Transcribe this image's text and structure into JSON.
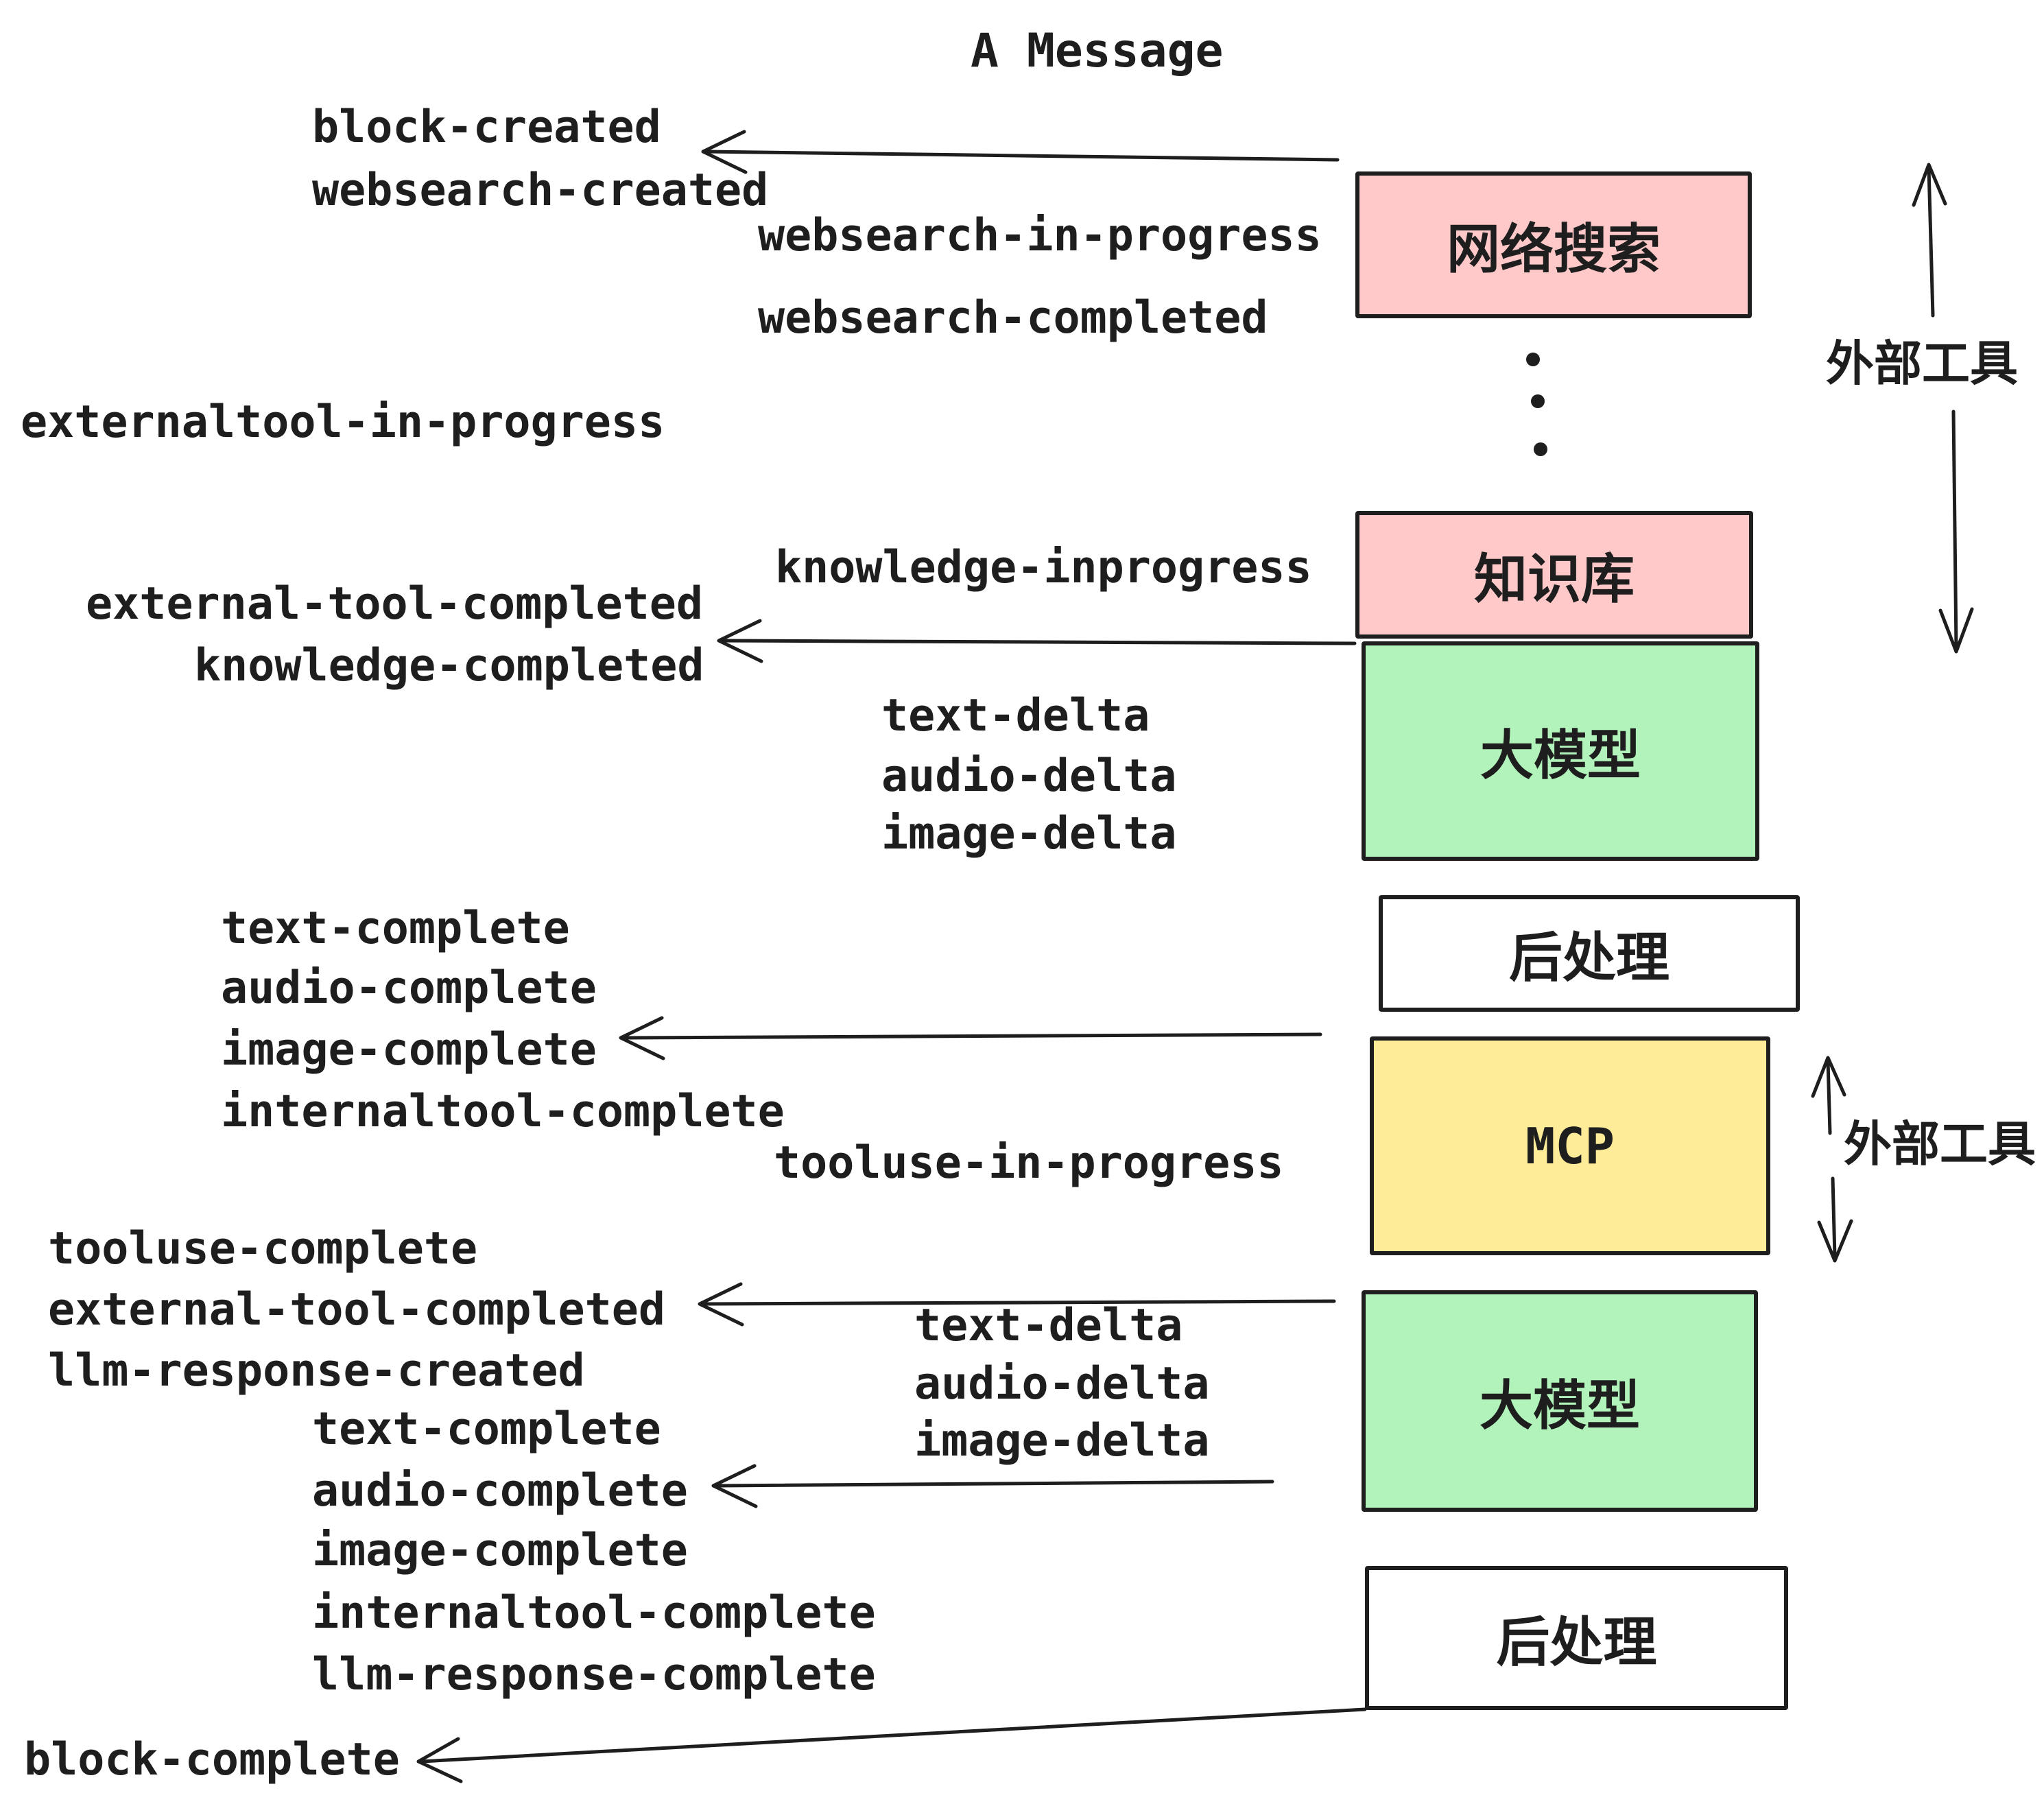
{
  "title": "A Message",
  "events": {
    "block_created": "block-created",
    "websearch_created": "websearch-created",
    "websearch_in_progress": "websearch-in-progress",
    "websearch_completed": "websearch-completed",
    "externaltool_in_progress": "externaltool-in-progress",
    "knowledge_inprogress": "knowledge-inprogress",
    "external_tool_completed": "external-tool-completed",
    "knowledge_completed": "knowledge-completed",
    "text_delta": "text-delta",
    "audio_delta": "audio-delta",
    "image_delta": "image-delta",
    "text_complete": "text-complete",
    "audio_complete": "audio-complete",
    "image_complete": "image-complete",
    "internaltool_complete": "internaltool-complete",
    "tooluse_in_progress": "tooluse-in-progress",
    "tooluse_complete": "tooluse-complete",
    "external_tool_completed_2": "external-tool-completed",
    "llm_response_created": "llm-response-created",
    "text_delta_2": "text-delta",
    "audio_delta_2": "audio-delta",
    "image_delta_2": "image-delta",
    "text_complete_2": "text-complete",
    "audio_complete_2": "audio-complete",
    "image_complete_2": "image-complete",
    "internaltool_complete_2": "internaltool-complete",
    "llm_response_complete": "llm-response-complete",
    "block_complete": "block-complete"
  },
  "boxes": {
    "websearch": {
      "label": "网络搜索",
      "fill": "#ffc9c9"
    },
    "knowledge": {
      "label": "知识库",
      "fill": "#ffc9c9"
    },
    "llm_1": {
      "label": "大模型",
      "fill": "#b2f2bb"
    },
    "post_1": {
      "label": "后处理",
      "fill": "#ffffff"
    },
    "mcp": {
      "label": "MCP",
      "fill": "#ffec99"
    },
    "llm_2": {
      "label": "大模型",
      "fill": "#b2f2bb"
    },
    "post_2": {
      "label": "后处理",
      "fill": "#ffffff"
    }
  },
  "side_labels": {
    "external_tools_top": "外部工具",
    "external_tools_mcp": "外部工具"
  },
  "colors": {
    "ink": "#1e1e1e",
    "pink": "#ffc9c9",
    "green": "#b2f2bb",
    "yellow": "#ffec99",
    "white": "#ffffff"
  }
}
